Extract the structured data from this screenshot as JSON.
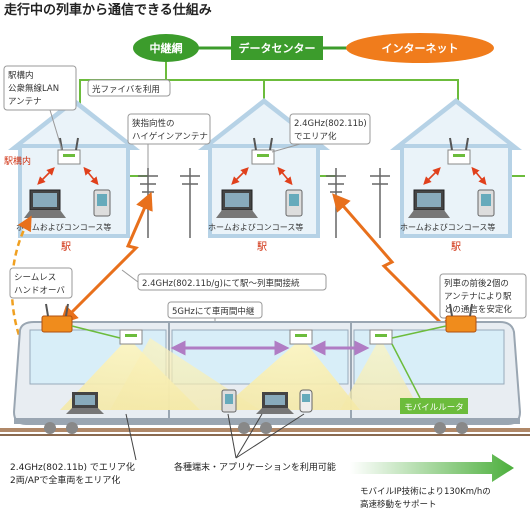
{
  "title": "走行中の列車から通信できる仕組み",
  "top_nodes": {
    "relay": "中継網",
    "datacenter": "データセンター",
    "internet": "インターネット"
  },
  "labels": {
    "station_lan_1": "駅構内",
    "station_lan_2": "公衆無線LAN",
    "station_lan_3": "アンテナ",
    "fiber": "光ファイバを利用",
    "hg_antenna_1": "狭指向性の",
    "hg_antenna_2": "ハイゲインアンテナ",
    "wifi_area_1": "2.4GHz(802.11b)",
    "wifi_area_2": "でエリア化",
    "station_inside": "駅構内",
    "concourse": "ホームおよびコンコース等",
    "station": "駅",
    "seamless_1": "シームレス",
    "seamless_2": "ハンドオーバ",
    "train_link": "2.4GHz(802.11b/g)にて駅〜列車間接続",
    "relay_5ghz": "5GHzにて車両間中継",
    "front_rear_1": "列車の前後2個の",
    "front_rear_2": "アンテナにより駅",
    "front_rear_3": "との通信を安定化",
    "mobile_router": "モバイルルータ",
    "car_area_1": "2.4GHz(802.11b) でエリア化",
    "car_area_2": "2両/APで全車両をエリア化",
    "devices": "各種端末・アプリケーションを利用可能",
    "speed_1": "モバイルIP技術により130Km/hの",
    "speed_2": "高速移動をサポート"
  },
  "colors": {
    "relay_green": "#3c9c2c",
    "internet_orange": "#f07c1c",
    "roof_blue": "#a8c8dc",
    "link_orange": "#e8701c",
    "relay_purple": "#b07cc4",
    "train_window": "#d8eef8",
    "beam_yellow": "#f8f0b8"
  }
}
